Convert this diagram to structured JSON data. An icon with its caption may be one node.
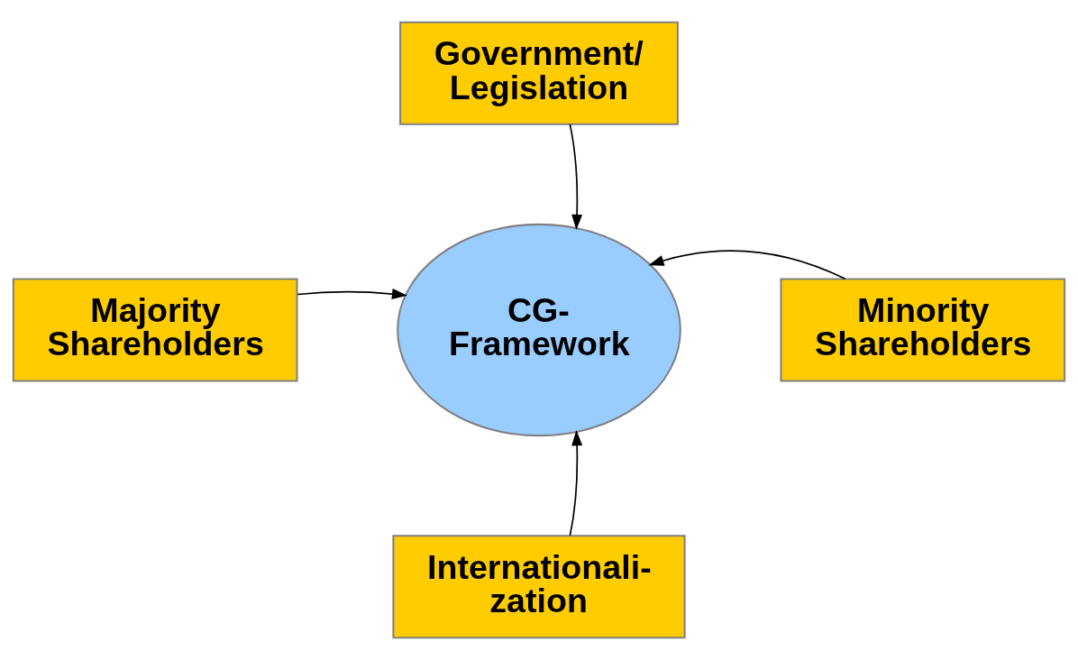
{
  "diagram": {
    "nodes": [
      {
        "text": [
          "Government/ Legislation"
        ]
      },
      {
        "text": [
          "Majority Shareholders"
        ]
      },
      {
        "text": [
          "CG- Framework"
        ]
      },
      {
        "text": [
          "Minority Shareholders"
        ]
      },
      {
        "text": [
          "Internationali- zation"
        ]
      }
    ],
    "edges": [
      {
        "from": 0,
        "to": 2,
        "arrow": "to"
      },
      {
        "from": 1,
        "to": 2,
        "arrow": "to"
      },
      {
        "from": 3,
        "to": 2,
        "arrow": "to"
      },
      {
        "from": 4,
        "to": 2,
        "arrow": "to"
      }
    ]
  }
}
